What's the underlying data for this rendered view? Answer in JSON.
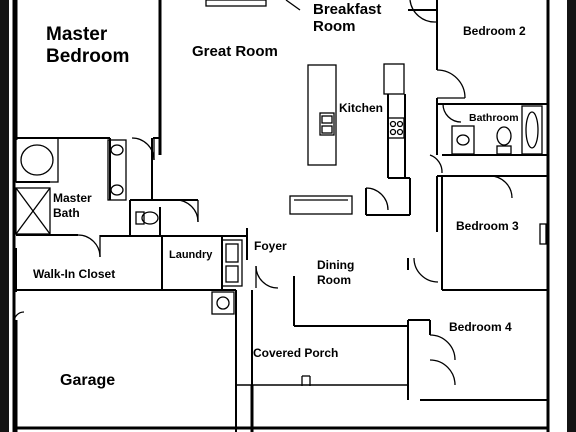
{
  "rooms": {
    "master_bedroom_line1": "Master",
    "master_bedroom_line2": "Bedroom",
    "great_room": "Great Room",
    "breakfast_line1": "Breakfast",
    "breakfast_line2": "Room",
    "bedroom_2": "Bedroom 2",
    "kitchen": "Kitchen",
    "bathroom": "Bathroom",
    "master_bath_line1": "Master",
    "master_bath_line2": "Bath",
    "bedroom_3": "Bedroom 3",
    "foyer": "Foyer",
    "laundry": "Laundry",
    "walk_in_closet": "Walk-In Closet",
    "dining_line1": "Dining",
    "dining_line2": "Room",
    "bedroom_4": "Bedroom 4",
    "covered_porch": "Covered Porch",
    "garage": "Garage"
  }
}
